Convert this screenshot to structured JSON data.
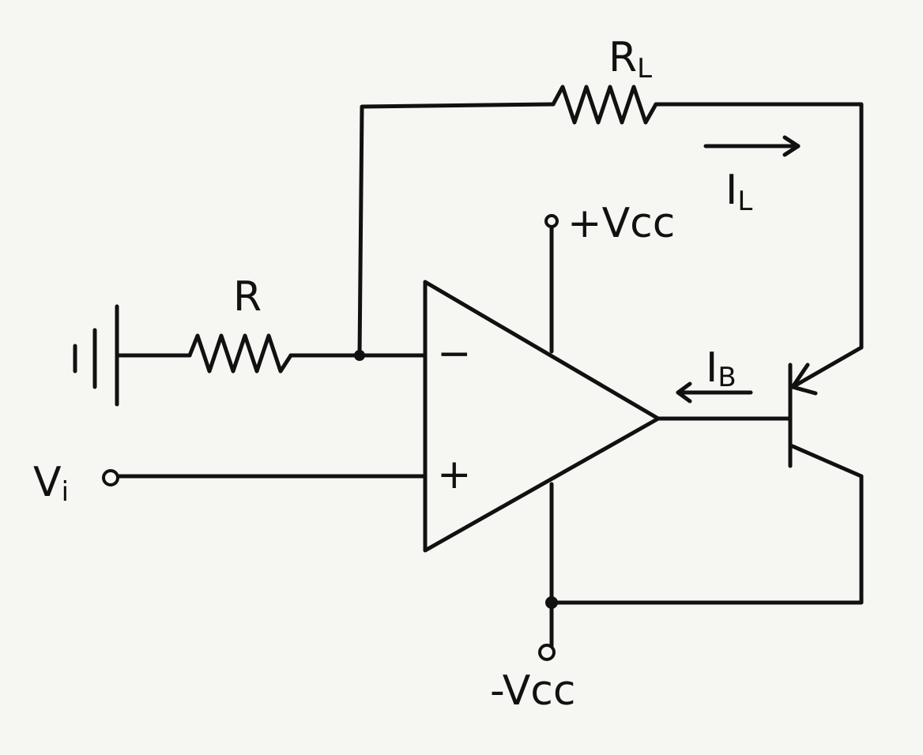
{
  "labels": {
    "load_resistor": "R",
    "load_resistor_sub": "L",
    "resistor": "R",
    "load_current": "I",
    "load_current_sub": "L",
    "base_current": "I",
    "base_current_sub": "B",
    "pos_supply": "+Vcc",
    "neg_supply": "-Vcc",
    "input_voltage": "V",
    "input_voltage_sub": "i",
    "inverting_input": "−",
    "noninverting_input": "+"
  },
  "colors": {
    "ink": "#111111",
    "paper": "#f6f6f3"
  }
}
